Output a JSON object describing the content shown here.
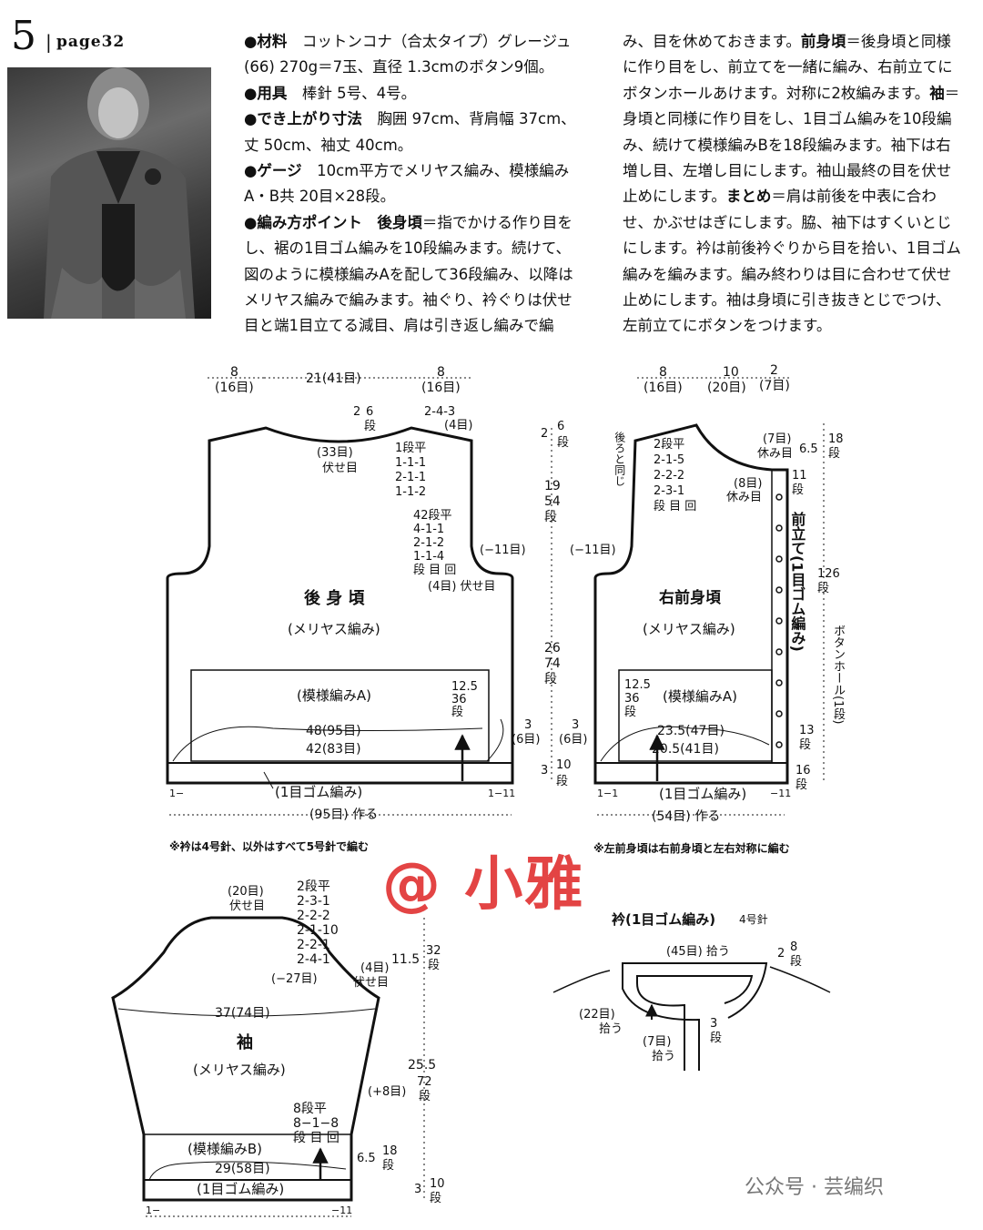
{
  "header": {
    "page_number": "5",
    "page_ref": "page32"
  },
  "text_col1": [
    {
      "b": "●材料",
      "t": "　コットンコナ（合太タイプ）グレージュ(66) 270g＝7玉、直径 1.3cmのボタン9個。"
    },
    {
      "b": "●用具",
      "t": "　棒針 5号、4号。"
    },
    {
      "b": "●でき上がり寸法",
      "t": "　胸囲 97cm、背肩幅 37cm、丈 50cm、袖丈 40cm。"
    },
    {
      "b": "●ゲージ",
      "t": "　10cm平方でメリヤス編み、模様編みA・B共 20目×28段。"
    },
    {
      "b": "●編み方ポイント　後身頃",
      "t": "＝指でかける作り目をし、裾の1目ゴム編みを10段編みます。続けて、図のように模様編みAを配して36段編み、以降はメリヤス編みで編みます。袖ぐり、衿ぐりは伏せ目と端1目立てる減目、肩は引き返し編みで編"
    }
  ],
  "text_col2": [
    {
      "b": "",
      "t": "み、目を休めておきます。"
    },
    {
      "b": "前身頃",
      "t": "＝後身頃と同様に作り目をし、前立てを一緒に編み、右前立てにボタンホールあけます。対称に2枚編みます。"
    },
    {
      "b": "袖",
      "t": "＝身頃と同様に作り目をし、1目ゴム編みを10段編み、続けて模様編みBを18段編みます。袖下は右増し目、左増し目にします。袖山最終の目を伏せ止めにします。"
    },
    {
      "b": "まとめ",
      "t": "＝肩は前後を中表に合わせ、かぶせはぎにします。脇、袖下はすくいとじにします。衿は前後衿ぐりから目を拾い、1目ゴム編みを編みます。編み終わりは目に合わせて伏せ止めにします。袖は身頃に引き抜きとじでつけ、左前立てにボタンをつけます。"
    }
  ],
  "back": {
    "top_dims": [
      "8",
      "(16目)",
      "21(41目)",
      "8",
      "(16目)"
    ],
    "neck_shape": [
      "2",
      "6",
      "段",
      "(33目)",
      "伏せ目",
      "2-4-3",
      "(4目)"
    ],
    "shoulder_steps": [
      "1段平",
      "1-1-1",
      "2-1-1",
      "1-1-2"
    ],
    "armhole_steps": [
      "42段平",
      "4-1-1",
      "2-1-2",
      "1-1-4",
      "段 目 回",
      "(4目) 伏せ目"
    ],
    "armhole_dec": "(−11目)",
    "title": "後 身 頃",
    "stitch": "(メリヤス編み)",
    "pattern": "(模様編みA)",
    "pattern_h": [
      "12.5",
      "36",
      "段"
    ],
    "width1": "48(95目)",
    "width2": "42(83目)",
    "side_h": [
      "3",
      "(6目)"
    ],
    "rib": "(1目ゴム編み)",
    "rib_marks": [
      "1−",
      "1−11"
    ],
    "cast_on": "(95目) 作る"
  },
  "side_dims": {
    "top": [
      "2",
      "6",
      "段"
    ],
    "mid": [
      "19",
      "54",
      "段"
    ],
    "lower": [
      "26",
      "74",
      "段"
    ],
    "rib": [
      "3",
      "10",
      "段"
    ]
  },
  "front": {
    "top_dims": [
      "8",
      "(16目)",
      "10",
      "(20目)",
      "2",
      "(7目)"
    ],
    "same_as_back": "後ろと同じ",
    "neck_steps": [
      "2段平",
      "2-1-5",
      "2-2-2",
      "2-3-1",
      "段 目 回"
    ],
    "hold1": [
      "(7目)",
      "休み目"
    ],
    "hold2": [
      "(8目)",
      "休み目"
    ],
    "band_label": "前立て(1目ゴム編み)",
    "band_dims": [
      "6.5",
      "18",
      "段",
      "11",
      "段",
      "126",
      "段",
      "13",
      "段",
      "16",
      "段"
    ],
    "buttonhole": "ボタンホール(1段)",
    "armhole_dec": "(−11目)",
    "title": "右前身頃",
    "stitch": "(メリヤス編み)",
    "pattern": "(模様編みA)",
    "pattern_h": [
      "12.5",
      "36",
      "段"
    ],
    "side_h": [
      "3",
      "(6目)"
    ],
    "width1": "23.5(47目)",
    "width2": "20.5(41目)",
    "rib": "(1目ゴム編み)",
    "rib_marks": [
      "1−1",
      "−11"
    ],
    "cast_on": "(54目) 作る"
  },
  "notes": {
    "needles": "※衿は4号針、以外はすべて5号針で編む",
    "left_front": "※左前身頃は右前身頃と左右対称に編む"
  },
  "sleeve": {
    "top": [
      "(20目)",
      "伏せ目"
    ],
    "cap_steps": [
      "2段平",
      "2-3-1",
      "2-2-2",
      "2-1-10",
      "2-2-1",
      "2-4-1",
      "(4目)",
      "伏せ目"
    ],
    "cap_dec": "(−27目)",
    "cap_h": [
      "11.5",
      "32",
      "段"
    ],
    "width": "37(74目)",
    "title": "袖",
    "stitch": "(メリヤス編み)",
    "inc": "(+8目)",
    "inc_steps": [
      "8段平",
      "8−1−8",
      "段 目 回"
    ],
    "body_h": [
      "25.5",
      "72",
      "段"
    ],
    "pattern": "(模様編みB)",
    "pattern_h": [
      "6.5",
      "18",
      "段"
    ],
    "cuff": "29(58目)",
    "rib": "(1目ゴム編み)",
    "rib_h": [
      "3",
      "10",
      "段"
    ],
    "rib_marks": [
      "1−",
      "−11"
    ]
  },
  "collar": {
    "title": "衿(1目ゴム編み)",
    "needle": "4号針",
    "back": "(45目) 拾う",
    "height": [
      "2",
      "8",
      "段"
    ],
    "side1": [
      "(22目)",
      "拾う"
    ],
    "side2": [
      "(7目)",
      "拾う"
    ],
    "edge": [
      "3",
      "段"
    ]
  },
  "watermark": {
    "main": "@ 小雅",
    "footer": "公众号 · 芸编织"
  }
}
